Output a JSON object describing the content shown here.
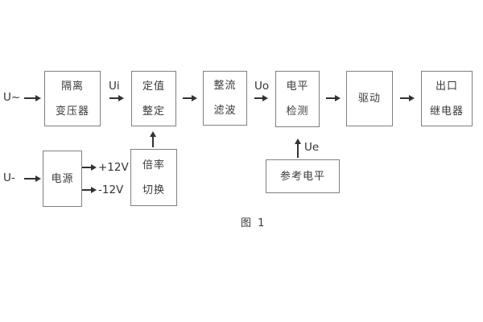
{
  "figure": {
    "caption": "图 1",
    "labels": {
      "input_ac": "U~",
      "input_dc": "U-",
      "ui": "Ui",
      "uo": "Uo",
      "ue": "Ue",
      "rail_pos": "+12V",
      "rail_neg": "-12V"
    },
    "blocks": {
      "isolation_transformer": [
        "隔离",
        "变压器"
      ],
      "value_setting": [
        "定值",
        "整定"
      ],
      "rectify_filter": [
        "整流",
        "滤波"
      ],
      "level_detect": [
        "电平",
        "检测"
      ],
      "drive": [
        "驱动"
      ],
      "output_relay": [
        "出口",
        "继电器"
      ],
      "power_supply": [
        "电源"
      ],
      "ratio_switch": [
        "倍率",
        "切换"
      ],
      "reference_level": [
        "参考电平"
      ]
    },
    "colors": {
      "background": "#ffffff",
      "block_border": "#7f7f7f",
      "text": "#3a3a3a",
      "arrow": "#333333"
    }
  }
}
